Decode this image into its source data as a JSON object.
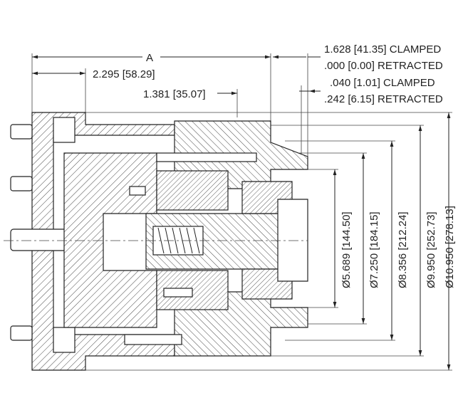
{
  "dimensions": {
    "a": "A",
    "d1": "2.295 [58.29]",
    "d2": "1.381 [35.07]",
    "r1": "1.628 [41.35] CLAMPED",
    "r2": ".000 [0.00] RETRACTED",
    "r3": ".040 [1.01] CLAMPED",
    "r4": ".242 [6.15] RETRACTED",
    "dia1": "Ø5.689 [144.50]",
    "dia2": "Ø7.250 [184.15]",
    "dia3": "Ø8.356 [212.24]",
    "dia4": "Ø9.950 [252.73]",
    "dia5": "Ø10.950 [278.13]"
  }
}
